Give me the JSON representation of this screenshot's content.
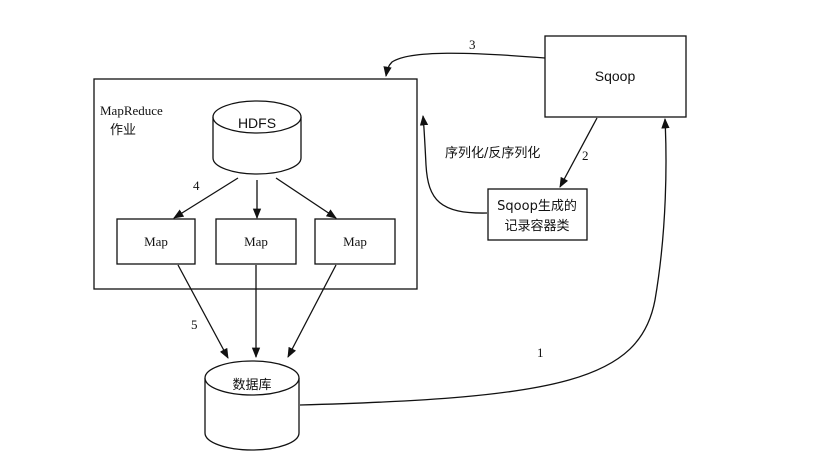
{
  "nodes": {
    "mapreduce_job": {
      "label_line1": "MapReduce",
      "label_line2": "作业"
    },
    "hdfs": {
      "label": "HDFS"
    },
    "map_1": {
      "label": "Map"
    },
    "map_2": {
      "label": "Map"
    },
    "map_3": {
      "label": "Map"
    },
    "database": {
      "label": "数据库"
    },
    "sqoop": {
      "label": "Sqoop"
    },
    "record_class": {
      "label_line1": "Sqoop生成的",
      "label_line2": "记录容器类"
    }
  },
  "edges": {
    "step1": {
      "label": "1"
    },
    "step2": {
      "label": "2"
    },
    "step3": {
      "label": "3"
    },
    "step4": {
      "label": "4"
    },
    "step5": {
      "label": "5"
    },
    "serialization": {
      "label": "序列化/反序列化"
    }
  }
}
